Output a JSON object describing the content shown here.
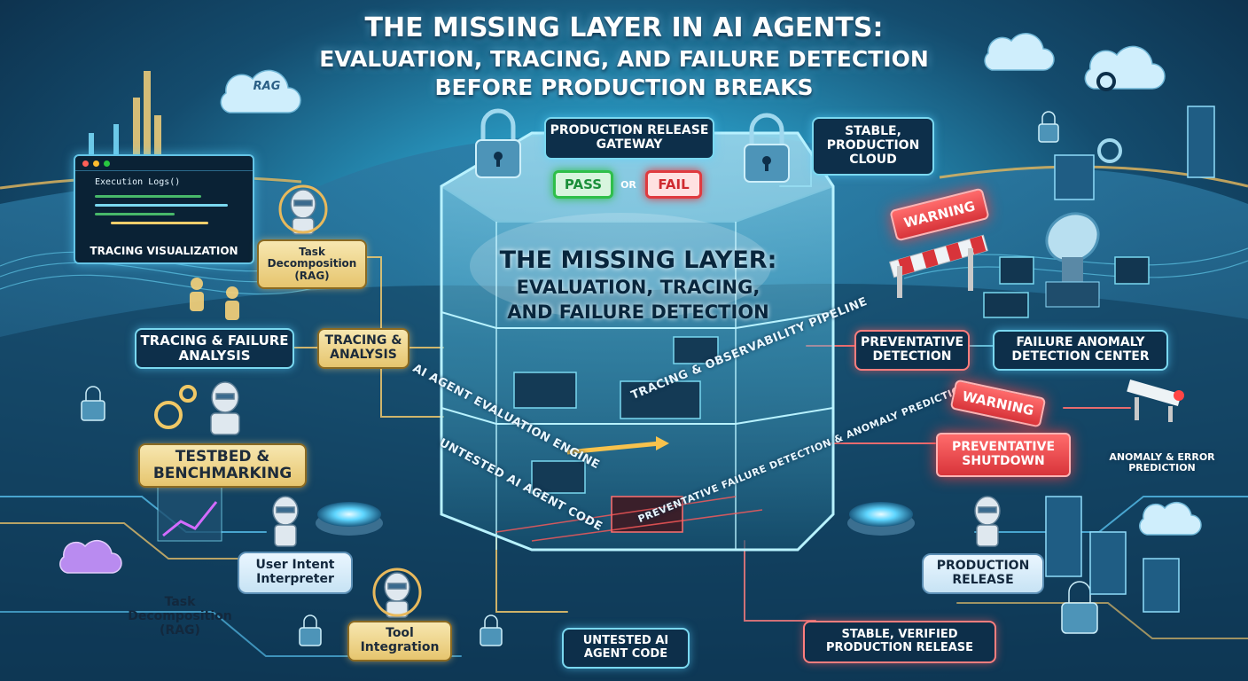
{
  "title": {
    "line1": "The Missing Layer in AI Agents:",
    "line2": "Evaluation, Tracing, and Failure Detection",
    "line3": "Before Production Breaks"
  },
  "cube": {
    "heading_line1": "The Missing Layer:",
    "heading_line2": "Evaluation, Tracing,",
    "heading_line3": "and Failure Detection",
    "band_engine": "AI Agent Evaluation Engine",
    "band_pipeline": "Tracing & Observability Pipeline",
    "band_untested": "Untested AI Agent Code",
    "band_prevent": "Preventative Failure Detection & Anomaly Prediction"
  },
  "gateway": {
    "label": "Production Release Gateway",
    "pass": "PASS",
    "or": "OR",
    "fail": "FAIL"
  },
  "labels": {
    "rag_cloud": "RAG",
    "exec_logs": "Execution Logs()",
    "tracing_visualization": "Tracing Visualization",
    "task_decomp_top": "Task Decomposition (RAG)",
    "tracing_failure_analysis": "Tracing & Failure Analysis",
    "tracing_analysis": "Tracing & Analysis",
    "testbed_benchmarking": "Testbed & Benchmarking",
    "user_intent": "User Intent Interpreter",
    "task_decomp_bottom": "Task Decomposition (RAG)",
    "tool_integration": "Tool Integration",
    "untested_code": "Untested AI Agent Code",
    "stable_cloud": "Stable, Production Cloud",
    "warning_top": "WARNING",
    "warning_mid": "WARNING",
    "preventative_detection": "Preventative Detection",
    "failure_center": "Failure Anomaly Detection Center",
    "preventative_shutdown": "Preventative Shutdown",
    "anomaly_prediction": "Anomaly & Error Prediction",
    "production_release": "Production Release",
    "stable_verified": "Stable, Verified Production Release"
  },
  "colors": {
    "background_dark": "#0d3550",
    "background_glow": "#2a9bc4",
    "cyan_accent": "#7ad8f0",
    "gold_label": "#e6c56e",
    "warning_red": "#e03a3f",
    "pass_green": "#2fbf4a",
    "fail_red": "#e03a3f"
  },
  "icons": [
    "padlock-icon",
    "robot-icon",
    "cloud-icon",
    "gear-icon",
    "server-icon",
    "satellite-dish-icon",
    "barrier-icon",
    "warning-sign-icon"
  ]
}
